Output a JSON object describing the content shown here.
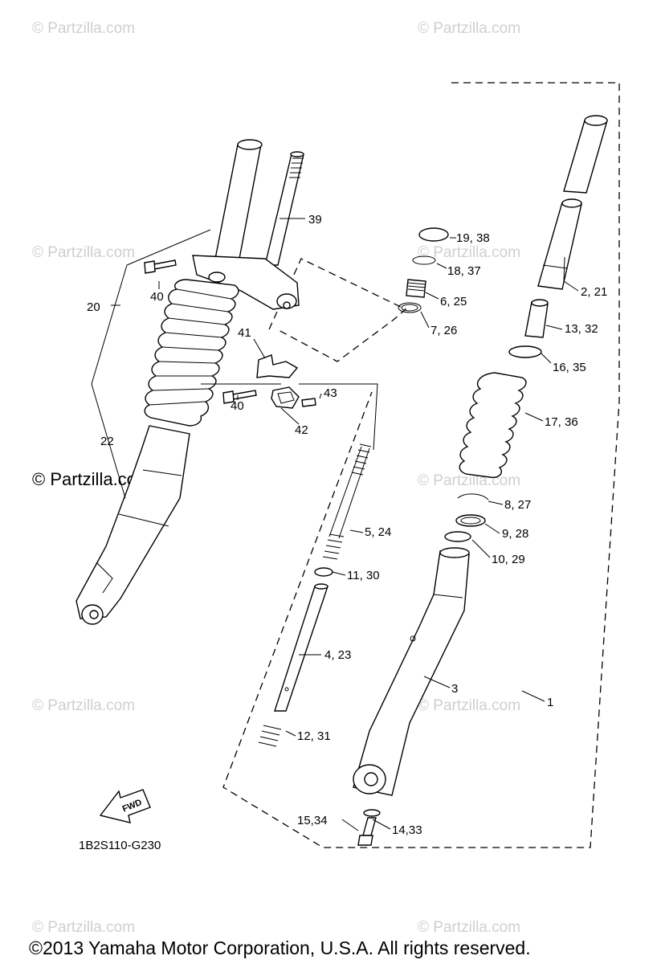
{
  "watermarks": {
    "faint": "© Partzilla.com",
    "center": "© Partzilla.com"
  },
  "labels": [
    {
      "id": "39",
      "text": "39"
    },
    {
      "id": "19_38",
      "text": "19, 38"
    },
    {
      "id": "18_37",
      "text": "18, 37"
    },
    {
      "id": "6_25",
      "text": "6, 25"
    },
    {
      "id": "7_26",
      "text": "7, 26"
    },
    {
      "id": "2_21",
      "text": "2, 21"
    },
    {
      "id": "13_32",
      "text": "13, 32"
    },
    {
      "id": "16_35",
      "text": "16, 35"
    },
    {
      "id": "17_36",
      "text": "17, 36"
    },
    {
      "id": "8_27",
      "text": "8, 27"
    },
    {
      "id": "9_28",
      "text": "9, 28"
    },
    {
      "id": "10_29",
      "text": "10, 29"
    },
    {
      "id": "3",
      "text": "3"
    },
    {
      "id": "1",
      "text": "1"
    },
    {
      "id": "14_33",
      "text": "14,33"
    },
    {
      "id": "15_34",
      "text": "15,34"
    },
    {
      "id": "12_31",
      "text": "12, 31"
    },
    {
      "id": "4_23",
      "text": "4, 23"
    },
    {
      "id": "11_30",
      "text": "11, 30"
    },
    {
      "id": "5_24",
      "text": "5, 24"
    },
    {
      "id": "41",
      "text": "41"
    },
    {
      "id": "40a",
      "text": "40"
    },
    {
      "id": "40b",
      "text": "40"
    },
    {
      "id": "43",
      "text": "43"
    },
    {
      "id": "42",
      "text": "42"
    },
    {
      "id": "20",
      "text": "20"
    },
    {
      "id": "22",
      "text": "22"
    }
  ],
  "fwd_badge": "FWD",
  "diagram_code": "1B2S110-G230",
  "copyright": "©2013 Yamaha Motor Corporation, U.S.A. All rights reserved."
}
